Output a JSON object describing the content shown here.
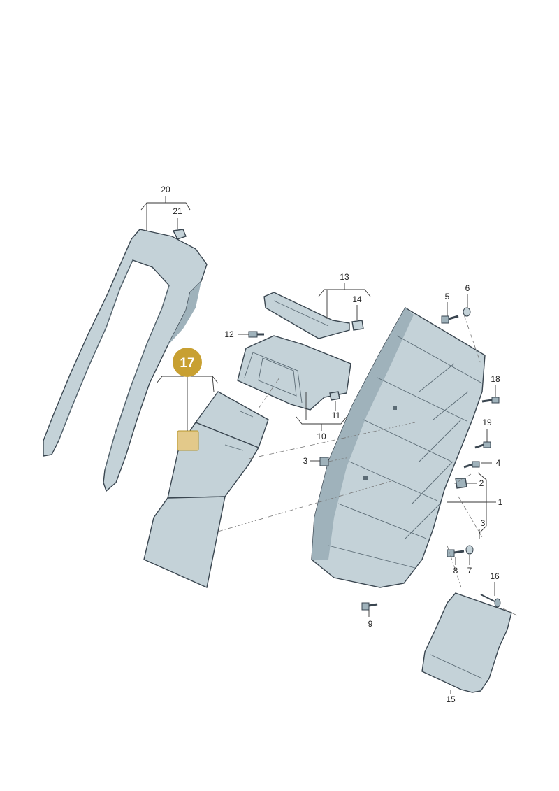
{
  "callouts": [
    {
      "id": "c1",
      "label": "1"
    },
    {
      "id": "c2",
      "label": "2"
    },
    {
      "id": "c3a",
      "label": "3"
    },
    {
      "id": "c3b",
      "label": "3"
    },
    {
      "id": "c4",
      "label": "4"
    },
    {
      "id": "c5",
      "label": "5"
    },
    {
      "id": "c6",
      "label": "6"
    },
    {
      "id": "c7",
      "label": "7"
    },
    {
      "id": "c8",
      "label": "8"
    },
    {
      "id": "c9",
      "label": "9"
    },
    {
      "id": "c10",
      "label": "10"
    },
    {
      "id": "c11",
      "label": "11"
    },
    {
      "id": "c12",
      "label": "12"
    },
    {
      "id": "c13",
      "label": "13"
    },
    {
      "id": "c14",
      "label": "14"
    },
    {
      "id": "c15",
      "label": "15"
    },
    {
      "id": "c16",
      "label": "16"
    },
    {
      "id": "c18",
      "label": "18"
    },
    {
      "id": "c19",
      "label": "19"
    },
    {
      "id": "c20",
      "label": "20"
    },
    {
      "id": "c21",
      "label": "21"
    }
  ],
  "highlight": {
    "label": "17",
    "badge_color": "#c8a032",
    "text_color": "#ffffff"
  },
  "colors": {
    "part_fill": "#c4d2d8",
    "part_shade": "#9fb2bb",
    "highlight_fill": "#e3c98a"
  }
}
